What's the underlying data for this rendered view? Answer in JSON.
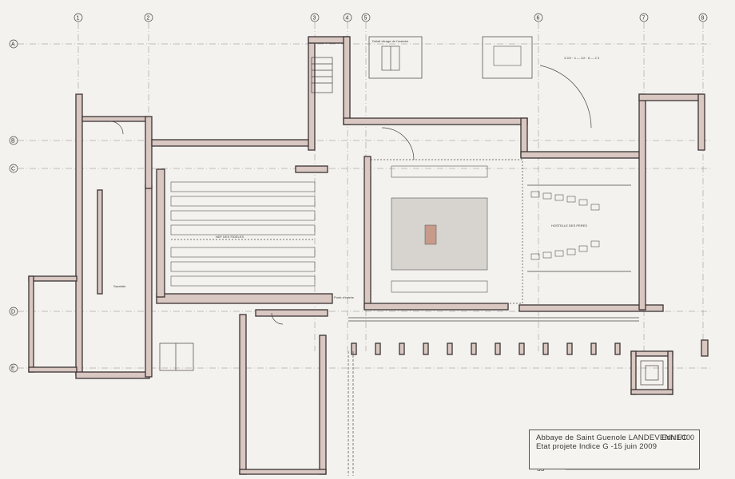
{
  "drawing": {
    "title_line1": "Abbaye de Saint Guenole LANDEVENNEC",
    "title_line2": "Etat projete Indice G -15 juin 2009",
    "scale": "Ech:1/100",
    "signature_mark": "SS"
  },
  "grid_axes": {
    "columns": [
      "1",
      "2",
      "3",
      "4",
      "5",
      "6",
      "7",
      "8"
    ],
    "rows": [
      "A",
      "B",
      "C",
      "D",
      "E"
    ]
  },
  "room_labels": {
    "nave": "NEF DES FIDELES",
    "choir": "HOSTELLE DES PERES",
    "detail_window": "Detail vitrage de l'oratoire",
    "sacristy": "Sacristie",
    "porch": "Porte d'entrée"
  },
  "handwritten_note": "3 2/3 · 4 — 1/2 · 8 — 2 3"
}
